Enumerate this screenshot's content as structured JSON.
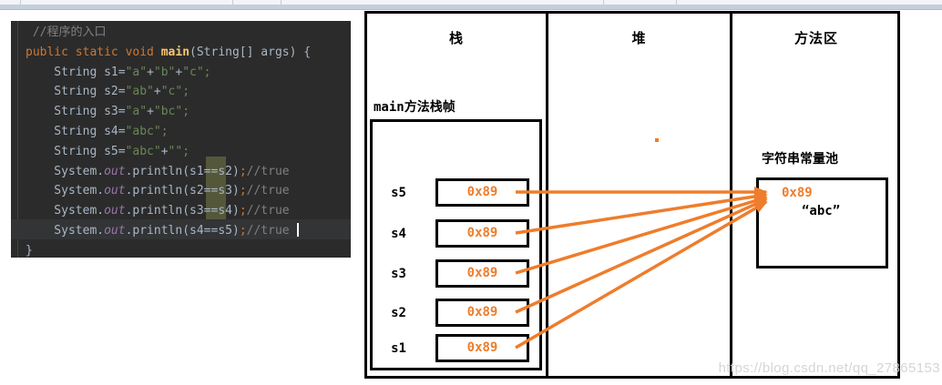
{
  "code_editor": {
    "lines": [
      [
        [
          "cm",
          " //程序的入口"
        ]
      ],
      [
        [
          "kw",
          "public static void "
        ],
        [
          "fn",
          "main"
        ],
        [
          "pl",
          "(String[] args) {"
        ]
      ],
      [
        [
          "pl",
          "    String s1="
        ],
        [
          "str",
          "\"a\""
        ],
        [
          "pl",
          "+"
        ],
        [
          "str",
          "\"b\""
        ],
        [
          "pl",
          "+"
        ],
        [
          "str",
          "\"c\";"
        ]
      ],
      [
        [
          "pl",
          "    String s2="
        ],
        [
          "str",
          "\"ab\""
        ],
        [
          "pl",
          "+"
        ],
        [
          "str",
          "\"c\";"
        ]
      ],
      [
        [
          "pl",
          "    String s3="
        ],
        [
          "str",
          "\"a\""
        ],
        [
          "pl",
          "+"
        ],
        [
          "str",
          "\"bc\";"
        ]
      ],
      [
        [
          "pl",
          "    String s4="
        ],
        [
          "str",
          "\"abc\";"
        ]
      ],
      [
        [
          "pl",
          "    String s5="
        ],
        [
          "str",
          "\"abc\""
        ],
        [
          "pl",
          "+"
        ],
        [
          "str",
          "\"\";"
        ]
      ],
      [
        [
          "pl",
          "    System."
        ],
        [
          "fld",
          "out"
        ],
        [
          "pl",
          ".println(s1==s2)"
        ],
        [
          "sc",
          ";"
        ],
        [
          "cm",
          "//true"
        ]
      ],
      [
        [
          "pl",
          "    System."
        ],
        [
          "fld",
          "out"
        ],
        [
          "pl",
          ".println(s2==s3)"
        ],
        [
          "sc",
          ";"
        ],
        [
          "cm",
          "//true"
        ]
      ],
      [
        [
          "pl",
          "    System."
        ],
        [
          "fld",
          "out"
        ],
        [
          "pl",
          ".println(s3==s4)"
        ],
        [
          "sc",
          ";"
        ],
        [
          "cm",
          "//true"
        ]
      ],
      [
        [
          "pl",
          "    System."
        ],
        [
          "fld",
          "out"
        ],
        [
          "pl",
          ".println(s4==s5)"
        ],
        [
          "sc",
          ";"
        ],
        [
          "cm",
          "//true"
        ]
      ],
      [
        [
          "pl",
          "}"
        ]
      ]
    ]
  },
  "diagram": {
    "columns": [
      {
        "title": "栈"
      },
      {
        "title": "堆"
      },
      {
        "title": "方法区"
      }
    ],
    "stack_frame_label": "main方法栈帧",
    "variables": [
      {
        "name": "s5",
        "value": "0x89"
      },
      {
        "name": "s4",
        "value": "0x89"
      },
      {
        "name": "s3",
        "value": "0x89"
      },
      {
        "name": "s2",
        "value": "0x89"
      },
      {
        "name": "s1",
        "value": "0x89"
      }
    ],
    "pool": {
      "label": "字符串常量池",
      "address": "0x89",
      "value": "“abc”"
    }
  },
  "watermark": "https://blog.csdn.net/qq_27865153",
  "colors": {
    "accent_orange": "#ee7d2c",
    "editor_bg": "#2b2b2b",
    "keyword_orange": "#cc7832",
    "method_yellow": "#ffc66d",
    "string_green": "#6a8759",
    "field_purple": "#9876aa",
    "comment_gray": "#808080",
    "selection_olive": "#55573a"
  }
}
